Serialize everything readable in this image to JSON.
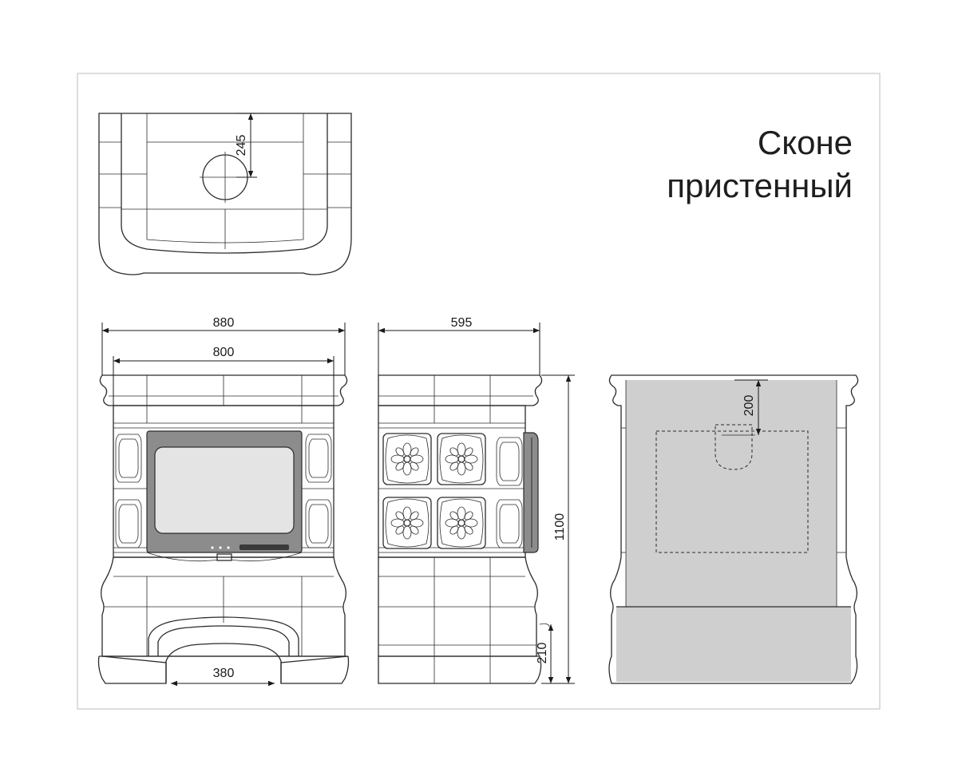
{
  "title": {
    "line1": "Сконе",
    "line2": "пристенный"
  },
  "dimensions": {
    "top_flue_offset": "245",
    "front_total_width": "880",
    "front_body_width": "800",
    "front_arch_width": "380",
    "side_depth": "595",
    "side_height": "1100",
    "side_base_height": "210",
    "back_flue_offset": "200"
  },
  "colors": {
    "line": "#2b2b2b",
    "door_frame": "#8c8c8c",
    "glass": "#e4e4e4",
    "back_panel": "#cfcfcf",
    "frame_border": "#c9c9c9"
  }
}
